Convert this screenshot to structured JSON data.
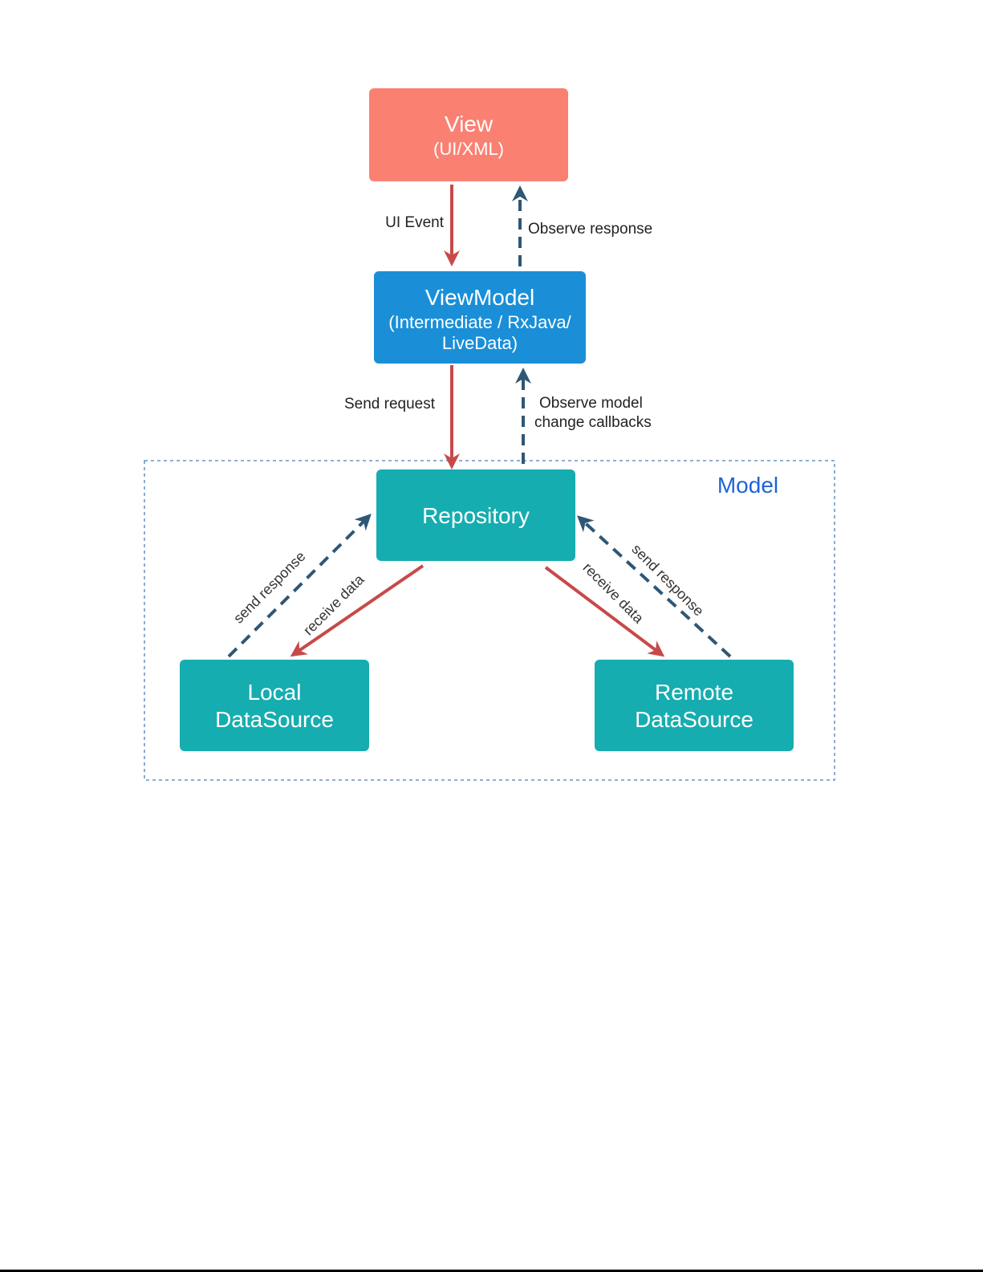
{
  "colors": {
    "view": "#fa8072",
    "viewmodel": "#1a8fd8",
    "model_nodes": "#16adb0",
    "request_arrow": "#c8494a",
    "response_arrow": "#2f5775",
    "group_border": "#4a7fb8",
    "group_label": "#1f63d6"
  },
  "nodes": {
    "view": {
      "title": "View",
      "subtitle": "(UI/XML)",
      "icon": "none"
    },
    "viewmodel": {
      "title": "ViewModel",
      "subtitle_line1": "(Intermediate / RxJava/",
      "subtitle_line2": "LiveData)"
    },
    "repository": {
      "title": "Repository"
    },
    "local": {
      "line1": "Local",
      "line2": "DataSource"
    },
    "remote": {
      "line1": "Remote",
      "line2": "DataSource"
    }
  },
  "group": {
    "label": "Model"
  },
  "edges": {
    "ui_event": "UI Event",
    "observe_response": "Observe response",
    "send_request": "Send request",
    "observe_model_line1": "Observe model",
    "observe_model_line2": "change callbacks",
    "local_send_response": "send response",
    "local_receive_data": "receive data",
    "remote_receive_data": "receive data",
    "remote_send_response": "send response"
  }
}
